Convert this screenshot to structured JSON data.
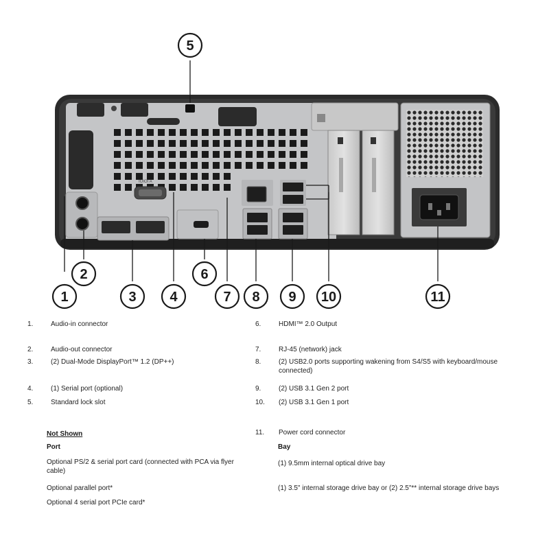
{
  "callouts": [
    "1",
    "2",
    "3",
    "4",
    "5",
    "6",
    "7",
    "8",
    "9",
    "10",
    "11"
  ],
  "port_label_serial": "IOIOI A",
  "legend_left": [
    {
      "num": "1.",
      "text": "Audio-in connector"
    },
    {
      "num": "2.",
      "text": "Audio-out connector"
    },
    {
      "num": "3.",
      "text": "(2) Dual-Mode DisplayPort™ 1.2 (DP++)"
    },
    {
      "num": "4.",
      "text": " (1) Serial port (optional)"
    },
    {
      "num": "5.",
      "text": "Standard lock slot"
    }
  ],
  "legend_right": [
    {
      "num": "6.",
      "text": "HDMI™ 2.0 Output"
    },
    {
      "num": "7.",
      "text": "RJ-45 (network) jack"
    },
    {
      "num": "8.",
      "text": " (2) USB2.0 ports supporting wakening from S4/S5 with keyboard/mouse connected)"
    },
    {
      "num": "9.",
      "text": " (2) USB 3.1 Gen 2 port"
    },
    {
      "num": "10.",
      "text": "(2) USB 3.1 Gen 1 port"
    },
    {
      "num": "11.",
      "text": "Power cord connector"
    }
  ],
  "not_shown": {
    "heading": "Not Shown",
    "port_heading": "Port",
    "port_items": [
      "Optional PS/2 & serial port card (connected with PCA via flyer cable)",
      "Optional parallel port*",
      "Optional 4 serial port PCIe card*"
    ]
  },
  "bay": {
    "heading": "Bay",
    "items": [
      "(1) 9.5mm internal optical drive bay",
      "(1) 3.5\" internal storage drive bay or (2) 2.5\"** internal storage drive bays"
    ]
  },
  "colors": {
    "chassis": "#2b2b2b",
    "panel": "#bfc0c2",
    "callout_stroke": "#1a1a1a"
  }
}
